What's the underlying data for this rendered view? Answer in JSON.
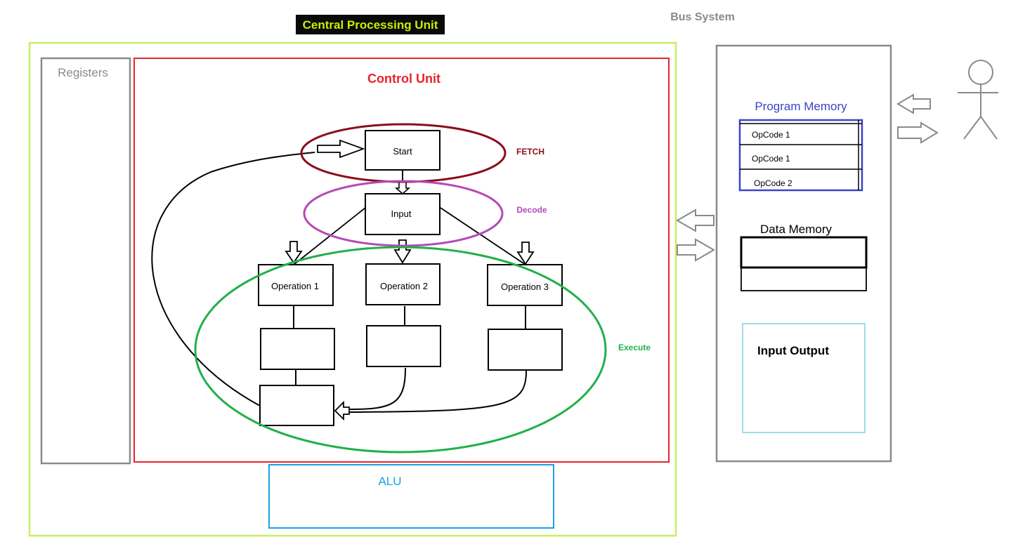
{
  "cpu": {
    "title": "Central Processing Unit",
    "title_bg": "#0a0a0a",
    "title_color": "#c8f000",
    "border_color": "#c8ef60"
  },
  "bus": {
    "title": "Bus System",
    "color": "#8a8a8a"
  },
  "registers": {
    "label": "Registers",
    "color": "#8a8a8a"
  },
  "control_unit": {
    "label": "Control Unit",
    "color": "#e8232c"
  },
  "phases": {
    "fetch": {
      "label": "FETCH",
      "color": "#8b0e1a"
    },
    "decode": {
      "label": "Decode",
      "color": "#b44ab8"
    },
    "execute": {
      "label": "Execute",
      "color": "#21b04b"
    }
  },
  "flow": {
    "start": "Start",
    "input": "Input",
    "operations": [
      "Operation 1",
      "Operation 2",
      "Operation 3"
    ]
  },
  "alu": {
    "label": "ALU",
    "color": "#1ba1e2"
  },
  "memory": {
    "program": {
      "label": "Program Memory",
      "color": "#3b44c9",
      "opcodes": [
        "OpCode 1",
        "OpCode 1",
        "OpCode 2"
      ]
    },
    "data": {
      "label": "Data Memory"
    },
    "io": {
      "label": "Input Output",
      "color": "#9fdde6"
    }
  }
}
